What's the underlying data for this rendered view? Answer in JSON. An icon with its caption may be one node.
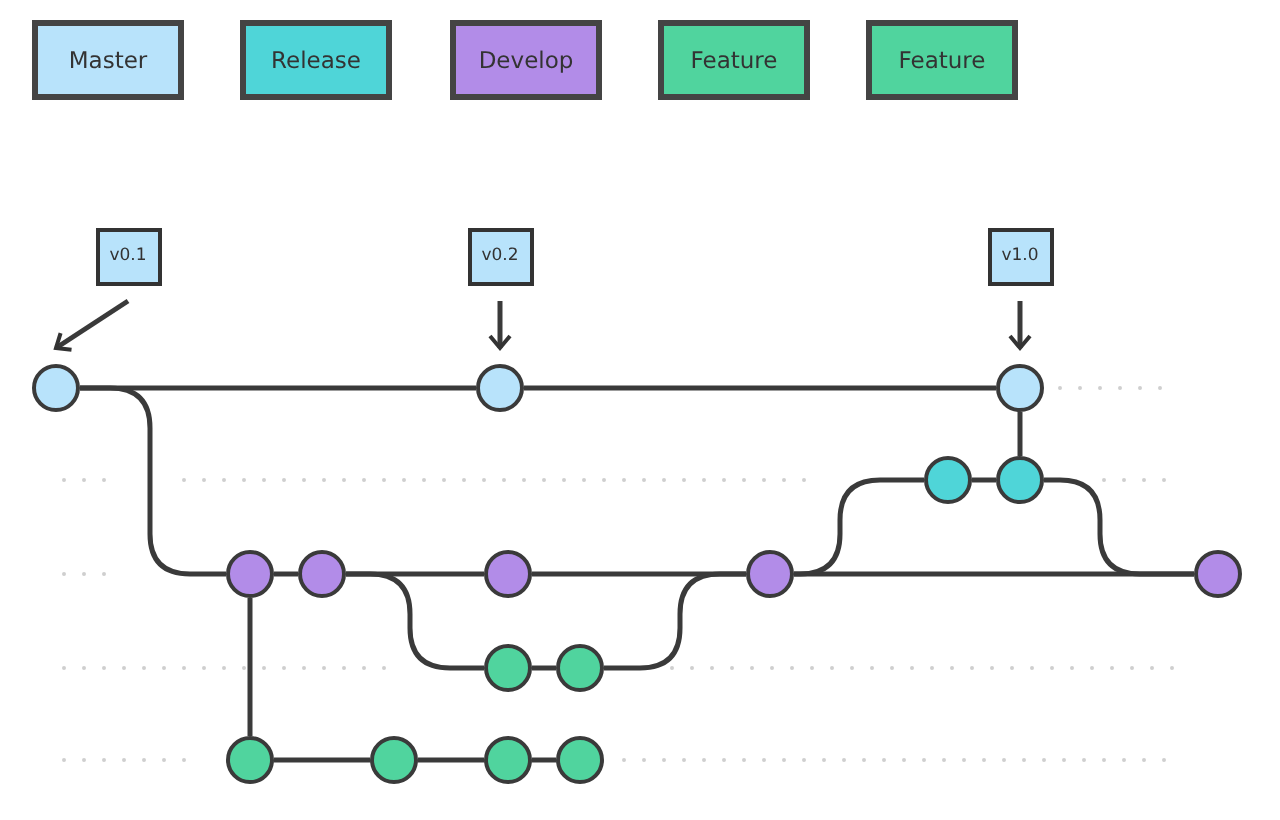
{
  "diagram": {
    "nodes": [
      {
        "text": [
          "v0.1"
        ]
      },
      {
        "text": [
          "v0.2"
        ]
      },
      {
        "text": [
          "v1.0"
        ]
      },
      {
        "text": [],
        "shape": "circle"
      },
      {
        "text": [],
        "shape": "circle"
      },
      {
        "text": [],
        "shape": "circle"
      },
      {
        "text": [],
        "shape": "circle"
      },
      {
        "text": [],
        "shape": "circle"
      },
      {
        "text": [],
        "shape": "circle"
      },
      {
        "text": [],
        "shape": "circle"
      },
      {
        "text": [],
        "shape": "circle"
      },
      {
        "text": [],
        "shape": "circle"
      },
      {
        "text": [],
        "shape": "circle"
      },
      {
        "text": [],
        "shape": "circle"
      },
      {
        "text": [],
        "shape": "circle"
      },
      {
        "text": [],
        "shape": "circle"
      },
      {
        "text": [],
        "shape": "circle"
      },
      {
        "text": [],
        "shape": "circle"
      },
      {
        "text": [],
        "shape": "circle"
      }
    ],
    "edges": [
      {
        "from": 0,
        "to": 3,
        "arrow": "to"
      },
      {
        "from": 1,
        "to": 4,
        "arrow": "to"
      },
      {
        "from": 2,
        "to": 5,
        "arrow": "to"
      },
      {
        "from": 3,
        "to": 4,
        "arrow": "none"
      },
      {
        "from": 4,
        "to": 5,
        "arrow": "none"
      },
      {
        "from": 3,
        "to": 8,
        "arrow": "none"
      },
      {
        "from": 8,
        "to": 9,
        "arrow": "none"
      },
      {
        "from": 9,
        "to": 10,
        "arrow": "none"
      },
      {
        "from": 10,
        "to": 11,
        "arrow": "none"
      },
      {
        "from": 11,
        "to": 12,
        "arrow": "none"
      },
      {
        "from": 9,
        "to": 13,
        "arrow": "none"
      },
      {
        "from": 13,
        "to": 14,
        "arrow": "none"
      },
      {
        "from": 14,
        "to": 11,
        "arrow": "none"
      },
      {
        "from": 8,
        "to": 15,
        "arrow": "none"
      },
      {
        "from": 15,
        "to": 16,
        "arrow": "none"
      },
      {
        "from": 16,
        "to": 17,
        "arrow": "none"
      },
      {
        "from": 17,
        "to": 18,
        "arrow": "none"
      },
      {
        "from": 11,
        "to": 6,
        "arrow": "none"
      },
      {
        "from": 6,
        "to": 7,
        "arrow": "none"
      },
      {
        "from": 7,
        "to": 5,
        "arrow": "none"
      },
      {
        "from": 7,
        "to": 12,
        "arrow": "none"
      }
    ],
    "legend": [
      {
        "text": "Master",
        "color": "#b8e3fb"
      },
      {
        "text": "Release",
        "color": "#4fd5d8"
      },
      {
        "text": "Develop",
        "color": "#b28ce8"
      },
      {
        "text": "Feature",
        "color": "#50d49e"
      },
      {
        "text": "Feature",
        "color": "#50d49e"
      }
    ]
  }
}
